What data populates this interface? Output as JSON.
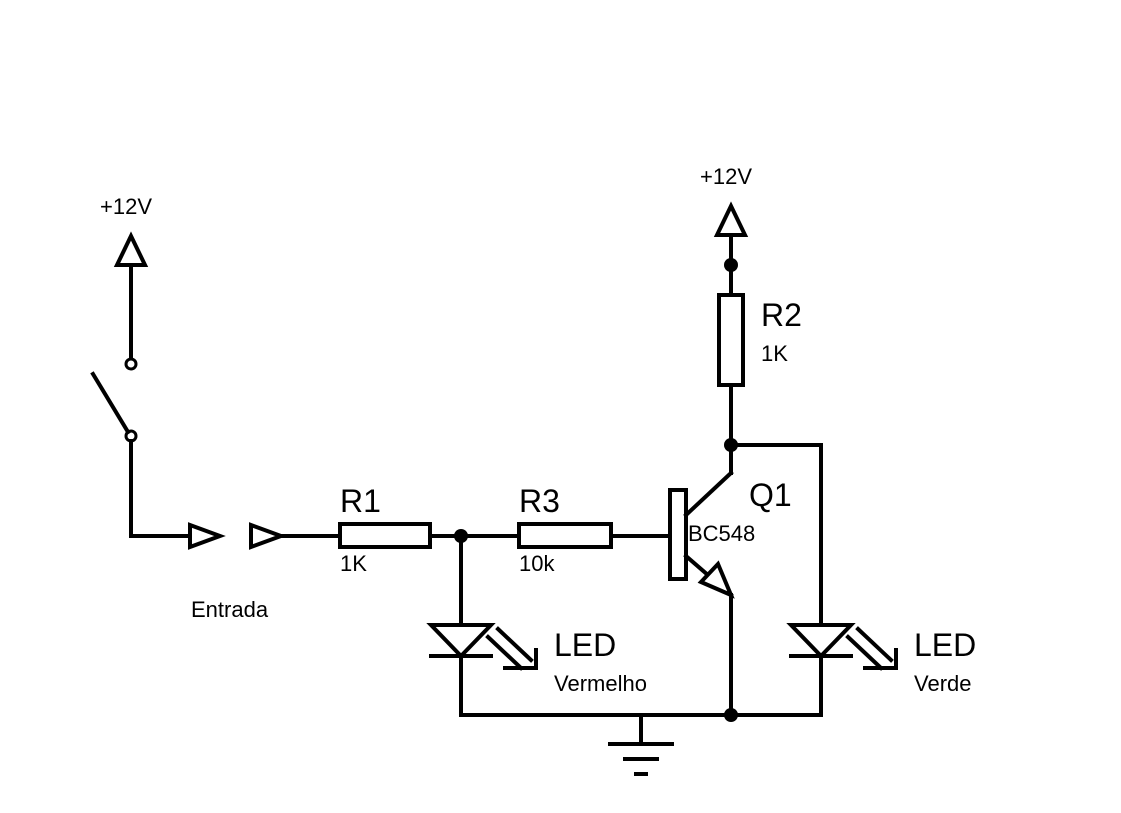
{
  "diagram": {
    "supply_left": "+12V",
    "supply_right": "+12V",
    "input_label": "Entrada",
    "r1": {
      "name": "R1",
      "value": "1K"
    },
    "r2": {
      "name": "R2",
      "value": "1K"
    },
    "r3": {
      "name": "R3",
      "value": "10k"
    },
    "q1": {
      "name": "Q1",
      "part": "BC548"
    },
    "led_red": {
      "name": "LED",
      "color": "Vermelho"
    },
    "led_green": {
      "name": "LED",
      "color": "Verde"
    }
  }
}
